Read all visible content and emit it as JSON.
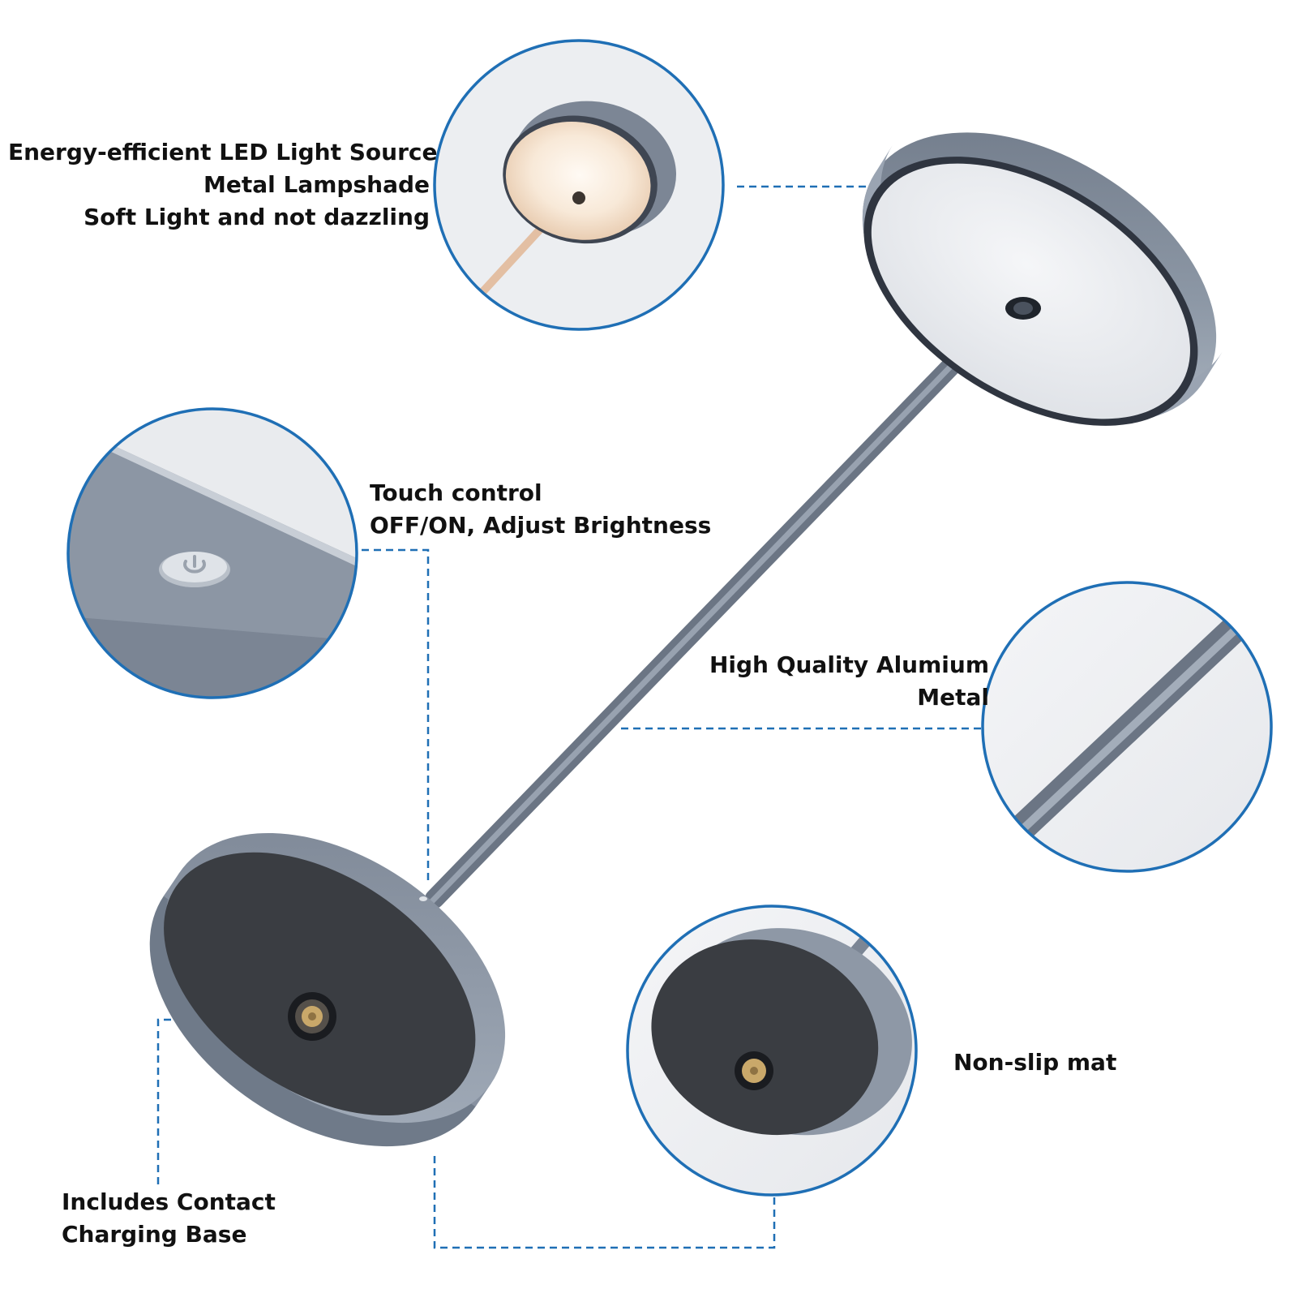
{
  "colors": {
    "accent_line": "#1f6fb5",
    "lamp_metal": "#7f8a98",
    "lamp_metal_dark": "#5e6876",
    "diffuser": "#eef0f3",
    "mat": "#3a3d42",
    "charging_contact": "#c9a86a",
    "warm_light": "#f6e3cf"
  },
  "icons": {
    "power": "power-icon"
  },
  "features": {
    "light_source": {
      "lines": [
        "Energy-efficient LED Light Source",
        "Metal Lampshade",
        "Soft Light and not dazzling"
      ]
    },
    "touch_control": {
      "lines": [
        "Touch control",
        "OFF/ON, Adjust Brightness"
      ]
    },
    "aluminium": {
      "lines": [
        "High Quality Alumium",
        "Metal"
      ]
    },
    "non_slip": {
      "lines": [
        "Non-slip mat"
      ]
    },
    "charging_base": {
      "lines": [
        "Includes Contact",
        "Charging Base"
      ]
    }
  }
}
